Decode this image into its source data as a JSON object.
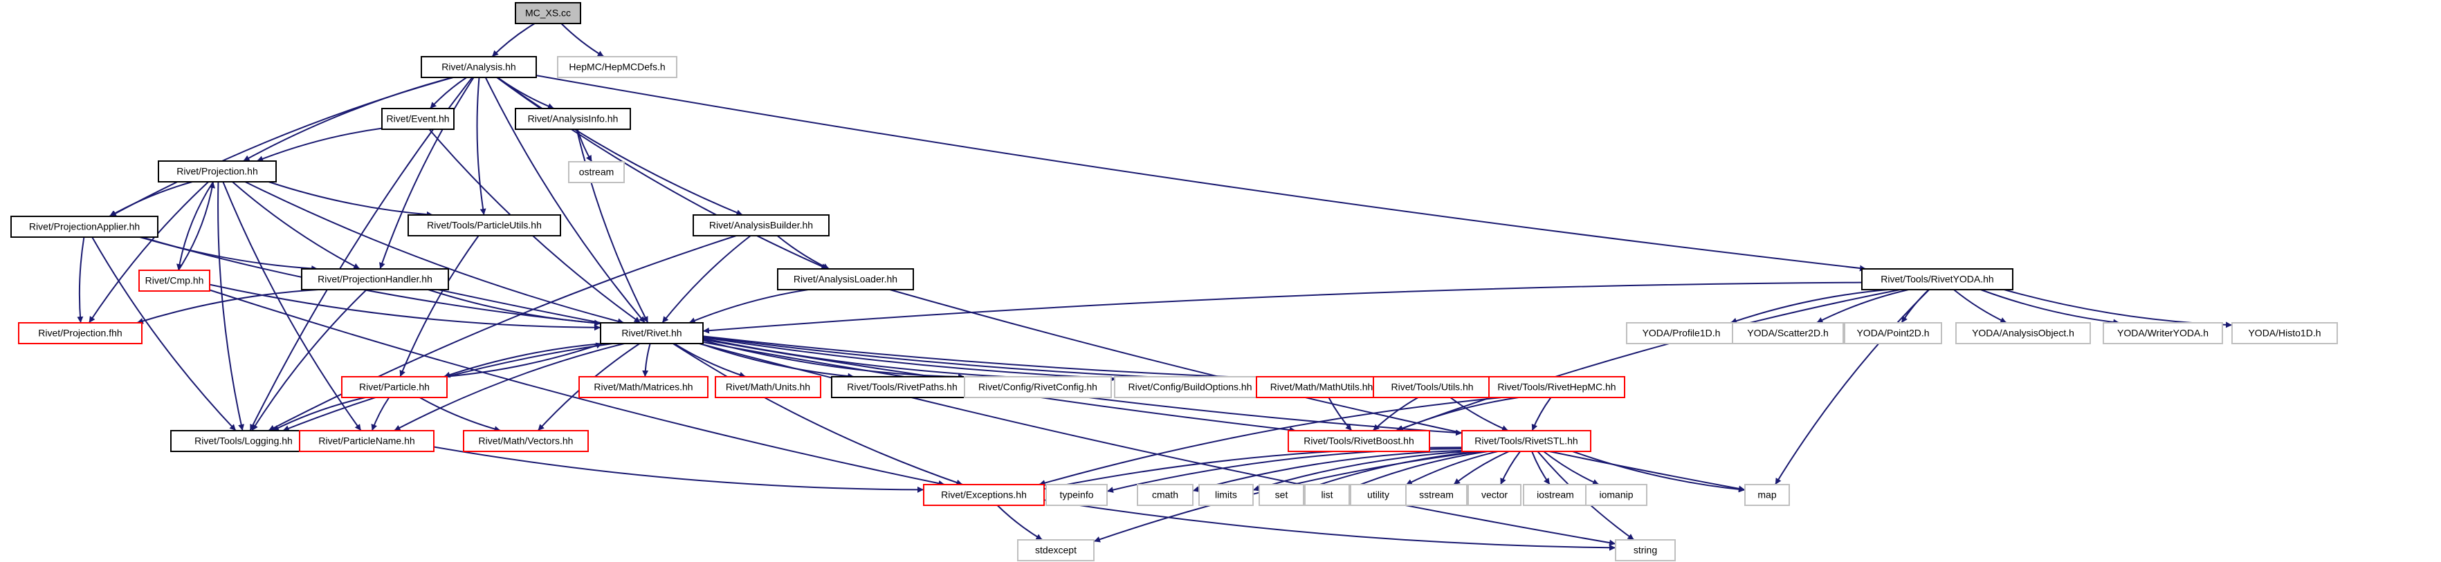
{
  "colors": {
    "edge": "#191970",
    "root_fill": "#bfbfbf",
    "black_border": "#000000",
    "red_border": "#ff0000",
    "grey_border": "#bfbfbf",
    "text": "#000000"
  },
  "nodes": [
    {
      "id": "mc_xs",
      "label": "MC_XS.cc",
      "style": "root"
    },
    {
      "id": "analysis",
      "label": "Rivet/Analysis.hh",
      "style": "black"
    },
    {
      "id": "hepmcdefs",
      "label": "HepMC/HepMCDefs.h",
      "style": "grey"
    },
    {
      "id": "event",
      "label": "Rivet/Event.hh",
      "style": "black"
    },
    {
      "id": "analysisinfo",
      "label": "Rivet/AnalysisInfo.hh",
      "style": "black"
    },
    {
      "id": "ostream",
      "label": "ostream",
      "style": "grey"
    },
    {
      "id": "projection",
      "label": "Rivet/Projection.hh",
      "style": "black"
    },
    {
      "id": "particleutils",
      "label": "Rivet/Tools/ParticleUtils.hh",
      "style": "black"
    },
    {
      "id": "projapplier",
      "label": "Rivet/ProjectionApplier.hh",
      "style": "black"
    },
    {
      "id": "cmp",
      "label": "Rivet/Cmp.hh",
      "style": "red"
    },
    {
      "id": "projhandler",
      "label": "Rivet/ProjectionHandler.hh",
      "style": "black"
    },
    {
      "id": "analysisbuilder",
      "label": "Rivet/AnalysisBuilder.hh",
      "style": "black"
    },
    {
      "id": "analysisloader",
      "label": "Rivet/AnalysisLoader.hh",
      "style": "black"
    },
    {
      "id": "rivetyoda",
      "label": "Rivet/Tools/RivetYODA.hh",
      "style": "black"
    },
    {
      "id": "projfhh",
      "label": "Rivet/Projection.fhh",
      "style": "red"
    },
    {
      "id": "rivet",
      "label": "Rivet/Rivet.hh",
      "style": "black"
    },
    {
      "id": "profile1d",
      "label": "YODA/Profile1D.h",
      "style": "grey"
    },
    {
      "id": "scatter2d",
      "label": "YODA/Scatter2D.h",
      "style": "grey"
    },
    {
      "id": "point2d",
      "label": "YODA/Point2D.h",
      "style": "grey"
    },
    {
      "id": "analysisobject",
      "label": "YODA/AnalysisObject.h",
      "style": "grey"
    },
    {
      "id": "writeryoda",
      "label": "YODA/WriterYODA.h",
      "style": "grey"
    },
    {
      "id": "histo1d",
      "label": "YODA/Histo1D.h",
      "style": "grey"
    },
    {
      "id": "particle",
      "label": "Rivet/Particle.hh",
      "style": "red"
    },
    {
      "id": "matrices",
      "label": "Rivet/Math/Matrices.hh",
      "style": "red"
    },
    {
      "id": "units",
      "label": "Rivet/Math/Units.hh",
      "style": "red"
    },
    {
      "id": "rivetpaths",
      "label": "Rivet/Tools/RivetPaths.hh",
      "style": "black"
    },
    {
      "id": "rivetconfig",
      "label": "Rivet/Config/RivetConfig.hh",
      "style": "grey"
    },
    {
      "id": "buildoptions",
      "label": "Rivet/Config/BuildOptions.hh",
      "style": "grey"
    },
    {
      "id": "mathutils",
      "label": "Rivet/Math/MathUtils.hh",
      "style": "red"
    },
    {
      "id": "toolsutils",
      "label": "Rivet/Tools/Utils.hh",
      "style": "red"
    },
    {
      "id": "rivethepmc",
      "label": "Rivet/Tools/RivetHepMC.hh",
      "style": "red"
    },
    {
      "id": "logging",
      "label": "Rivet/Tools/Logging.hh",
      "style": "black"
    },
    {
      "id": "particlename",
      "label": "Rivet/ParticleName.hh",
      "style": "red"
    },
    {
      "id": "vectors",
      "label": "Rivet/Math/Vectors.hh",
      "style": "red"
    },
    {
      "id": "rivetboost",
      "label": "Rivet/Tools/RivetBoost.hh",
      "style": "red"
    },
    {
      "id": "rivetstl",
      "label": "Rivet/Tools/RivetSTL.hh",
      "style": "red"
    },
    {
      "id": "exceptions",
      "label": "Rivet/Exceptions.hh",
      "style": "red"
    },
    {
      "id": "typeinfo",
      "label": "typeinfo",
      "style": "grey"
    },
    {
      "id": "cmath",
      "label": "cmath",
      "style": "grey"
    },
    {
      "id": "limits",
      "label": "limits",
      "style": "grey"
    },
    {
      "id": "set",
      "label": "set",
      "style": "grey"
    },
    {
      "id": "list",
      "label": "list",
      "style": "grey"
    },
    {
      "id": "utility",
      "label": "utility",
      "style": "grey"
    },
    {
      "id": "sstream",
      "label": "sstream",
      "style": "grey"
    },
    {
      "id": "vector",
      "label": "vector",
      "style": "grey"
    },
    {
      "id": "iostream",
      "label": "iostream",
      "style": "grey"
    },
    {
      "id": "iomanip",
      "label": "iomanip",
      "style": "grey"
    },
    {
      "id": "map",
      "label": "map",
      "style": "grey"
    },
    {
      "id": "stdexcept",
      "label": "stdexcept",
      "style": "grey"
    },
    {
      "id": "string",
      "label": "string",
      "style": "grey"
    }
  ],
  "edges": [
    [
      "mc_xs",
      "analysis"
    ],
    [
      "mc_xs",
      "hepmcdefs"
    ],
    [
      "analysis",
      "event"
    ],
    [
      "analysis",
      "analysisinfo"
    ],
    [
      "analysis",
      "projection"
    ],
    [
      "analysis",
      "projapplier"
    ],
    [
      "analysis",
      "projhandler"
    ],
    [
      "analysis",
      "particleutils"
    ],
    [
      "analysis",
      "analysisbuilder"
    ],
    [
      "analysis",
      "analysisloader"
    ],
    [
      "analysis",
      "rivetyoda"
    ],
    [
      "analysis",
      "rivet"
    ],
    [
      "analysis",
      "logging"
    ],
    [
      "event",
      "projection"
    ],
    [
      "event",
      "rivet"
    ],
    [
      "analysisinfo",
      "ostream"
    ],
    [
      "analysisinfo",
      "rivet"
    ],
    [
      "projection",
      "projapplier"
    ],
    [
      "projection",
      "cmp"
    ],
    [
      "projection",
      "projhandler"
    ],
    [
      "projection",
      "particleutils"
    ],
    [
      "projection",
      "projfhh"
    ],
    [
      "projection",
      "rivet"
    ],
    [
      "projection",
      "logging"
    ],
    [
      "projection",
      "particlename"
    ],
    [
      "cmp",
      "projection"
    ],
    [
      "cmp",
      "rivet"
    ],
    [
      "cmp",
      "exceptions"
    ],
    [
      "projapplier",
      "projfhh"
    ],
    [
      "projapplier",
      "projhandler"
    ],
    [
      "projapplier",
      "rivet"
    ],
    [
      "projapplier",
      "logging"
    ],
    [
      "projhandler",
      "projfhh"
    ],
    [
      "projhandler",
      "rivet"
    ],
    [
      "projhandler",
      "logging"
    ],
    [
      "projhandler",
      "rivetboost"
    ],
    [
      "particleutils",
      "particle"
    ],
    [
      "analysisbuilder",
      "analysisloader"
    ],
    [
      "analysisbuilder",
      "rivet"
    ],
    [
      "analysisbuilder",
      "logging"
    ],
    [
      "analysisloader",
      "rivet"
    ],
    [
      "analysisloader",
      "map"
    ],
    [
      "rivetyoda",
      "rivet"
    ],
    [
      "rivetyoda",
      "profile1d"
    ],
    [
      "rivetyoda",
      "scatter2d"
    ],
    [
      "rivetyoda",
      "point2d"
    ],
    [
      "rivetyoda",
      "analysisobject"
    ],
    [
      "rivetyoda",
      "writeryoda"
    ],
    [
      "rivetyoda",
      "histo1d"
    ],
    [
      "rivetyoda",
      "rivetboost"
    ],
    [
      "rivetyoda",
      "map"
    ],
    [
      "rivet",
      "particle"
    ],
    [
      "rivet",
      "logging"
    ],
    [
      "rivet",
      "particlename"
    ],
    [
      "rivet",
      "vectors"
    ],
    [
      "rivet",
      "matrices"
    ],
    [
      "rivet",
      "units"
    ],
    [
      "rivet",
      "rivetpaths"
    ],
    [
      "rivet",
      "rivetconfig"
    ],
    [
      "rivet",
      "buildoptions"
    ],
    [
      "rivet",
      "mathutils"
    ],
    [
      "rivet",
      "toolsutils"
    ],
    [
      "rivet",
      "rivethepmc"
    ],
    [
      "rivet",
      "rivetstl"
    ],
    [
      "rivet",
      "exceptions"
    ],
    [
      "rivet",
      "string"
    ],
    [
      "particle",
      "rivet"
    ],
    [
      "particle",
      "logging"
    ],
    [
      "particle",
      "particlename"
    ],
    [
      "particle",
      "vectors"
    ],
    [
      "particlename",
      "exceptions"
    ],
    [
      "mathutils",
      "rivetboost"
    ],
    [
      "toolsutils",
      "rivetboost"
    ],
    [
      "toolsutils",
      "rivetstl"
    ],
    [
      "rivethepmc",
      "rivetboost"
    ],
    [
      "rivethepmc",
      "rivetstl"
    ],
    [
      "rivethepmc",
      "exceptions"
    ],
    [
      "rivetstl",
      "exceptions"
    ],
    [
      "rivetstl",
      "typeinfo"
    ],
    [
      "rivetstl",
      "cmath"
    ],
    [
      "rivetstl",
      "limits"
    ],
    [
      "rivetstl",
      "set"
    ],
    [
      "rivetstl",
      "list"
    ],
    [
      "rivetstl",
      "utility"
    ],
    [
      "rivetstl",
      "sstream"
    ],
    [
      "rivetstl",
      "vector"
    ],
    [
      "rivetstl",
      "iostream"
    ],
    [
      "rivetstl",
      "iomanip"
    ],
    [
      "rivetstl",
      "map"
    ],
    [
      "rivetstl",
      "string"
    ],
    [
      "rivetstl",
      "stdexcept"
    ],
    [
      "exceptions",
      "stdexcept"
    ],
    [
      "exceptions",
      "string"
    ]
  ]
}
